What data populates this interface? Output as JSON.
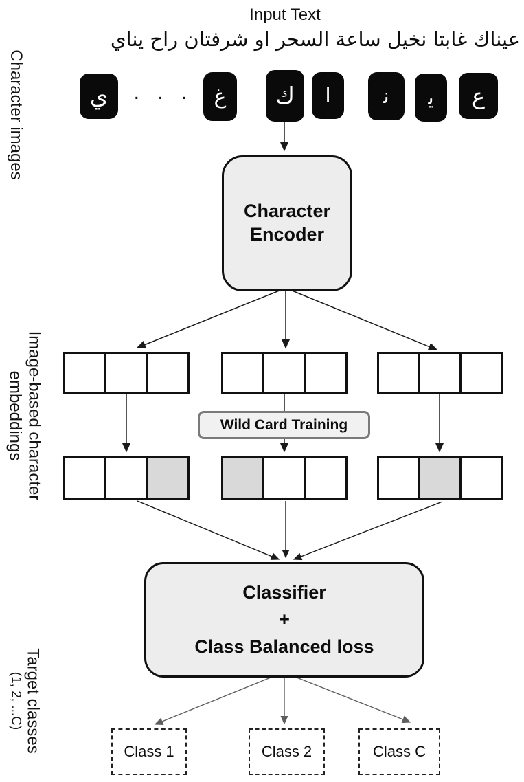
{
  "header": {
    "title": "Input Text",
    "arabic_sentence": "عيناك غابتا نخيل ساعة السحر او شرفتان راح يناي"
  },
  "character_tiles": {
    "glyphs": [
      "ي",
      "غ",
      "ك",
      "ا",
      "ﻧ",
      "ﻳ",
      "ع"
    ],
    "ellipsis": ". . .",
    "highlighted_glyph": "ك"
  },
  "side_labels": {
    "character_images": "Character images",
    "embeddings_line1": "Image-based character",
    "embeddings_line2": "embeddings",
    "target_classes_line1": "Target classes",
    "target_classes_line2": "(1, 2, ...C)"
  },
  "blocks": {
    "encoder_label": "Character Encoder",
    "wildcard_label": "Wild Card Training",
    "classifier_line1": "Classifier",
    "classifier_line2": "+",
    "classifier_line3": "Class Balanced loss"
  },
  "classes": [
    {
      "label": "Class 1"
    },
    {
      "label": "Class 2"
    },
    {
      "label": "Class C"
    }
  ],
  "colors": {
    "box_fill": "#ededed",
    "box_border": "#111111",
    "wildcard_fill": "#f1f1f1",
    "wildcard_border": "#7a7a7a",
    "cell_gray": "#d9d9d9",
    "tile_bg": "#0a0a0a",
    "tile_text": "#ffffff",
    "arrow_black": "#1a1a1a",
    "arrow_gray": "#5e5e5e"
  }
}
